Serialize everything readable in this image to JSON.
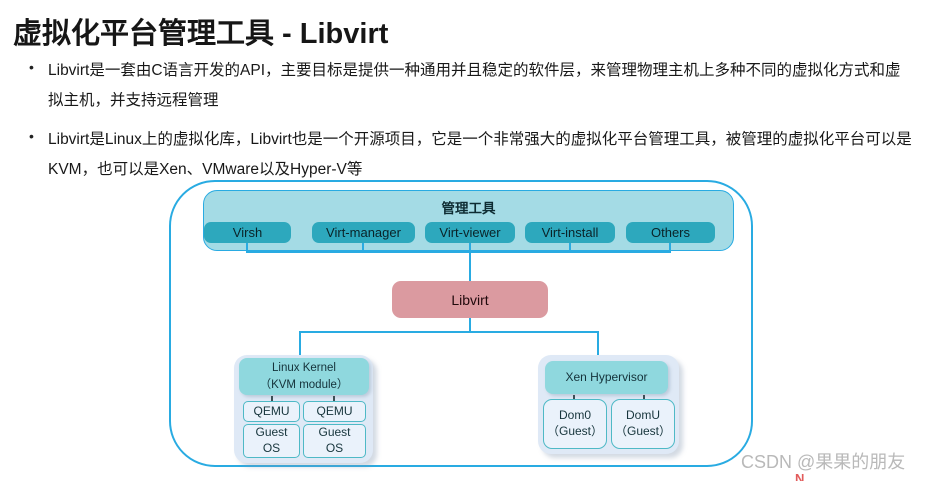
{
  "slide": {
    "title": "虚拟化平台管理工具 - Libvirt",
    "bullet_char": "•",
    "bullets": [
      "Libvirt是一套由C语言开发的API，主要目标是提供一种通用并且稳定的软件层，来管理物理主机上多种不同的虚拟化方式和虚拟主机，并支持远程管理",
      "Libvirt是Linux上的虚拟化库，Libvirt也是一个开源项目，它是一个非常强大的虚拟化平台管理工具，被管理的虚拟化平台可以是KVM，也可以是Xen、VMware以及Hyper-V等"
    ]
  },
  "diagram": {
    "management_group": {
      "label": "管理工具",
      "tools": [
        "Virsh",
        "Virt-manager",
        "Virt-viewer",
        "Virt-install",
        "Others"
      ]
    },
    "libvirt_label": "Libvirt",
    "kvm_group": {
      "header_line1": "Linux Kernel",
      "header_line2": "（KVM module）",
      "qemu_label": "QEMU",
      "guest_line1": "Guest",
      "guest_line2": "OS"
    },
    "xen_group": {
      "header": "Xen Hypervisor",
      "dom0_line1": "Dom0",
      "dom0_line2": "（Guest）",
      "domu_line1": "DomU",
      "domu_line2": "（Guest）"
    },
    "colors": {
      "frame_border": "#29abe2",
      "connector": "#29abe2",
      "management_fill": "#a4dbe5",
      "tool_fill": "#2da8bd",
      "libvirt_fill": "#db9aa0",
      "group_fill": "#dfe9f6",
      "group_header_fill": "#8fd8de",
      "child_fill": "#eaf2fb",
      "child_border": "#4eb9c6"
    }
  },
  "watermark": {
    "text": "CSDN @果果的朋友",
    "partial_red_mark": "N"
  }
}
